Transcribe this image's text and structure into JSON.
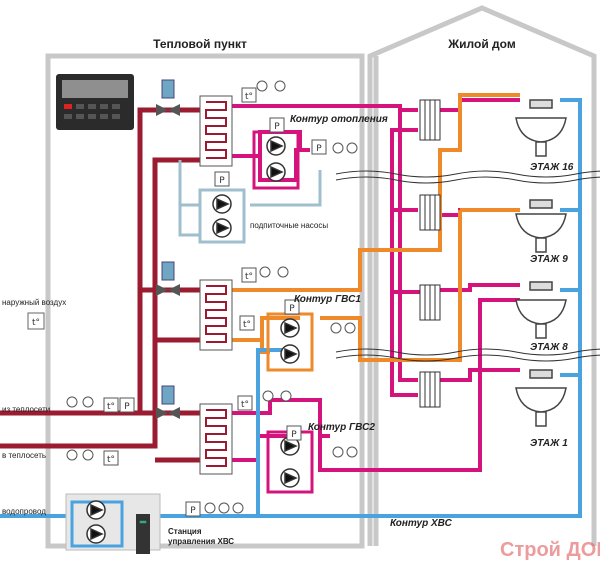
{
  "title_heat_point": "Тепловой пункт",
  "title_house": "Жилой дом",
  "label_outdoor": "наружный воздух",
  "label_from_network": "из теплосети",
  "label_to_network": "в теплосеть",
  "label_water_pipe": "водопровод",
  "label_station": "Станция\nуправления ХВС",
  "loop_heating": "Контур отопления",
  "loop_gvs1": "Контур ГВС1",
  "loop_gvs2": "Контур ГВС2",
  "loop_hvs": "Контур ХВС",
  "label_makeup_pumps": "подпиточные насосы",
  "floor_16": "ЭТАЖ 16",
  "floor_9": "ЭТАЖ 9",
  "floor_8": "ЭТАЖ 8",
  "floor_1": "ЭТАЖ 1",
  "sensor_t": "t°",
  "sensor_p": "P",
  "watermark": "Строй ДОМ",
  "colors": {
    "supply": "#9b1b30",
    "heating": "#d4147c",
    "gvs": "#ee8a2a",
    "hvs": "#4aa3df",
    "makeup": "#9fbfcc",
    "wall": "#c8c8c8"
  }
}
